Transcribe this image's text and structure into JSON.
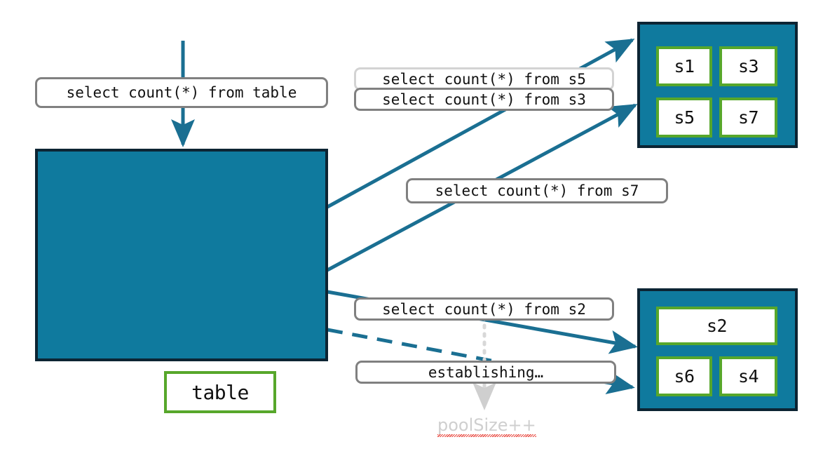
{
  "diagram": {
    "title": "connection-pool-query-routing",
    "colors": {
      "panel_fill": "#0f7a9e",
      "panel_border": "#0c2433",
      "session_border": "#57a72b",
      "session_fill": "#ffffff",
      "arrow": "#1a6f92",
      "label_border": "#808080",
      "label_border_faded": "#d3d3d3",
      "note_text": "#cfcfcf",
      "spellcheck_underline": "#e8453c"
    }
  },
  "queries": {
    "to_table": "select count(*) from table",
    "to_s5": "select count(*) from s5",
    "to_s3": "select count(*) from s3",
    "to_s7": "select count(*) from s7",
    "to_s2": "select count(*) from s2",
    "establishing": "establishing…"
  },
  "note": {
    "pool_size": "poolSize++"
  },
  "main_panel": {
    "table_box": "table"
  },
  "pool_top": {
    "sessions": [
      {
        "label": "s1"
      },
      {
        "label": "s3"
      },
      {
        "label": "s5"
      },
      {
        "label": "s7"
      }
    ]
  },
  "pool_bottom": {
    "sessions": [
      {
        "label": "s2"
      },
      {
        "label": "s6"
      },
      {
        "label": "s4"
      }
    ]
  }
}
